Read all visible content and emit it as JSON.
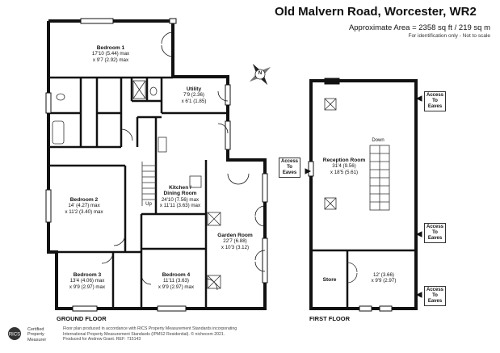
{
  "header": {
    "title": "Old Malvern Road, Worcester, WR2",
    "area": "Approximate Area = 2358 sq ft / 219 sq m",
    "note": "For identification only - Not to scale"
  },
  "ground_floor": {
    "label": "GROUND FLOOR",
    "rooms": [
      {
        "name": "Bedroom 1",
        "l1": "17'10 (5.44) max",
        "l2": "x 9'7 (2.92) max"
      },
      {
        "name": "Utility",
        "l1": "7'9 (2.36)",
        "l2": "x 6'1 (1.85)"
      },
      {
        "name": "Kitchen /",
        "name2": "Dining Room",
        "l1": "24'10 (7.56) max",
        "l2": "x 11'11 (3.63) max"
      },
      {
        "name": "Bedroom 2",
        "l1": "14' (4.27) max",
        "l2": "x 11'2 (3.40) max"
      },
      {
        "name": "Garden Room",
        "l1": "22'7 (6.88)",
        "l2": "x 10'3 (3.12)"
      },
      {
        "name": "Bedroom 3",
        "l1": "13'4 (4.06) max",
        "l2": "x 9'9 (2.97) max"
      },
      {
        "name": "Bedroom 4",
        "l1": "11'11 (3.63)",
        "l2": "x 9'9 (2.97) max"
      }
    ],
    "stairs_label": "Up"
  },
  "first_floor": {
    "label": "FIRST FLOOR",
    "rooms": [
      {
        "name": "Reception Room",
        "l1": "31'4 (9.56)",
        "l2": "x 18'5 (5.61)"
      },
      {
        "name": "Store",
        "l1": "",
        "l2": ""
      },
      {
        "name": "",
        "l1": "12' (3.66)",
        "l2": "x 9'9 (2.97)"
      }
    ],
    "stairs_label": "Down",
    "eaves": [
      {
        "line1": "Access",
        "line2": "To",
        "line3": "Eaves"
      },
      {
        "line1": "Access",
        "line2": "To",
        "line3": "Eaves"
      },
      {
        "line1": "Access",
        "line2": "To",
        "line3": "Eaves"
      },
      {
        "line1": "Access",
        "line2": "To",
        "line3": "Eaves"
      }
    ]
  },
  "compass": {
    "letter": "N"
  },
  "footer": {
    "line1": "Floor plan produced in accordance with RICS Property Measurement Standards incorporating",
    "line2": "International Property Measurement Standards (IPMS2 Residential). © nichecom 2021.",
    "line3": "Produced for Andrew Grant.   REF: 715143",
    "rics1": "Certified",
    "rics2": "Property",
    "rics3": "Measurer"
  }
}
